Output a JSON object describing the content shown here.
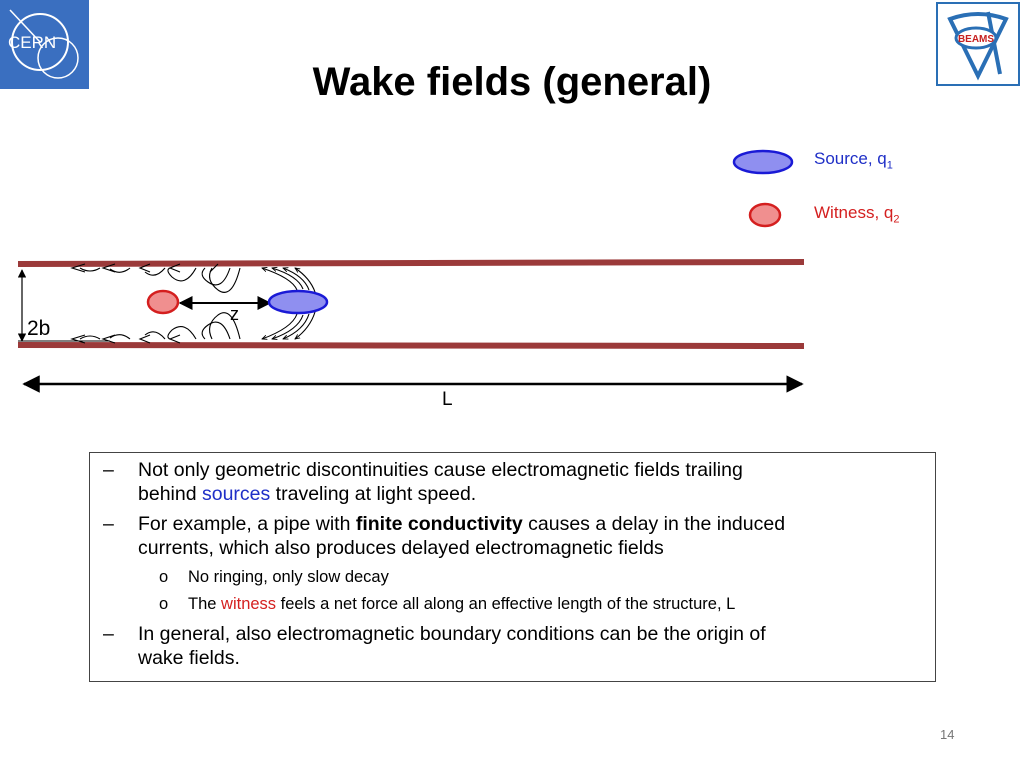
{
  "header": {
    "title": "Wake fields (general)",
    "cern_logo_text": "CERN",
    "beams_logo_text": "BEAMS"
  },
  "legend": {
    "source_label": "Source, q",
    "source_sub": "1",
    "witness_label": "Witness, q",
    "witness_sub": "2"
  },
  "diagram": {
    "pipe_diameter_label": "2b",
    "distance_label": "z",
    "length_label": "L"
  },
  "colors": {
    "pipe": "#9b3a3a",
    "source_fill": "#8f8ff0",
    "source_stroke": "#1a1ad6",
    "witness_fill": "#f08f8f",
    "witness_stroke": "#d41f1f",
    "cern_logo": "#3a6fc0",
    "beams_logo": "#2a6fb5"
  },
  "bullets": {
    "b1_a": "Not only geometric discontinuities cause electromagnetic fields trailing",
    "b1_b_pre": "behind ",
    "b1_b_em": "sources",
    "b1_b_post": " traveling at light speed.",
    "b2_a_pre": "For example, a pipe with ",
    "b2_a_bold": "finite conductivity",
    "b2_a_post": " causes a delay in the induced",
    "b2_b": "currents, which also produces delayed electromagnetic fields",
    "s1": "No ringing, only slow decay",
    "s2_pre": "The ",
    "s2_em": "witness",
    "s2_post": " feels a net force all along an effective length of the structure, L",
    "b3_a": "In general, also electromagnetic boundary conditions can be the origin of",
    "b3_b": "wake fields.",
    "dash": "–",
    "circle": "o"
  },
  "footer": {
    "page_number": "14"
  }
}
